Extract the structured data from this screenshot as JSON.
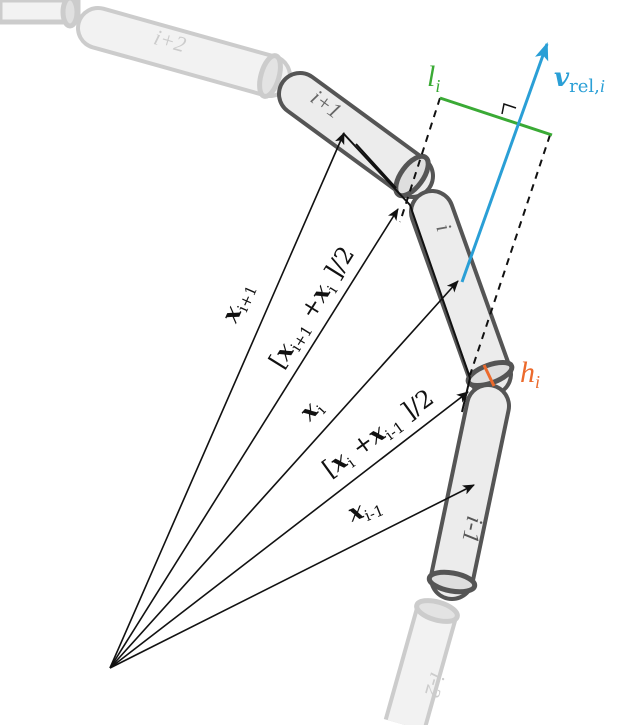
{
  "segments": {
    "i_plus_2": "i+2",
    "i_plus_1": "i+1",
    "i": "i",
    "i_minus_1": "i-1",
    "i_minus_2": "i-2"
  },
  "labels": {
    "l_main": "l",
    "l_sub": "i",
    "v_main": "v",
    "v_sub": "rel,",
    "v_sub_i": "i",
    "h_main": "h",
    "h_sub": "i",
    "x_ip1_main": "x",
    "x_ip1_sub": "i+1",
    "mid_upper_open": "[",
    "mid_upper_x1": "x",
    "mid_upper_s1": "i+1",
    "mid_upper_plus": " +",
    "mid_upper_x2": "x",
    "mid_upper_s2": "i",
    "mid_upper_close": " ]/2",
    "x_i_main": "x",
    "x_i_sub": "i",
    "mid_lower_open": "[",
    "mid_lower_x1": "x",
    "mid_lower_s1": "i",
    "mid_lower_plus": " +",
    "mid_lower_x2": "x",
    "mid_lower_s2": "i-1",
    "mid_lower_close": " ]/2",
    "x_im1_main": "x",
    "x_im1_sub": "i-1"
  },
  "colors": {
    "cylinder_fill": "#ececec",
    "cylinder_stroke": "#555555",
    "faded_fill": "#f2f2f2",
    "faded_stroke": "#cccccc",
    "arrow": "#111111",
    "l_green": "#3aaa35",
    "v_blue": "#2a9fd6",
    "h_orange": "#ec6a2c"
  }
}
